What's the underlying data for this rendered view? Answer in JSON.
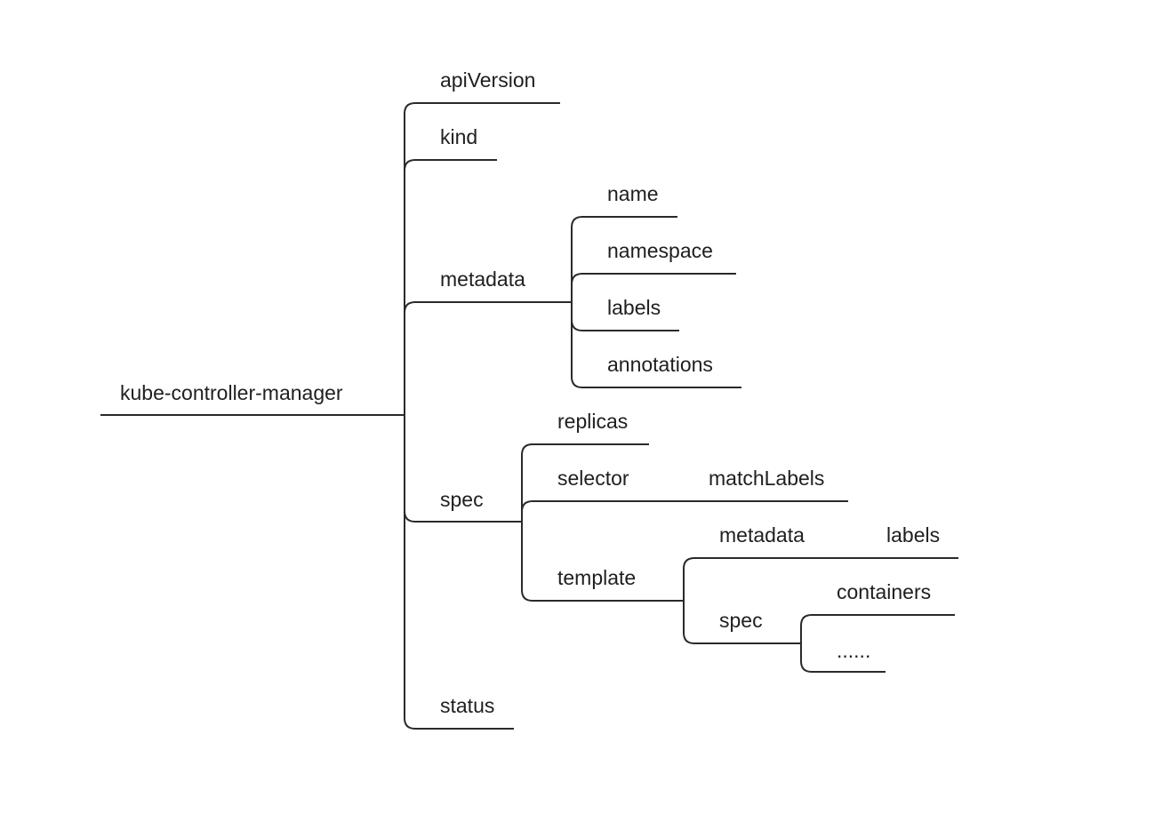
{
  "root": {
    "label": "kube-controller-manager"
  },
  "fields": {
    "apiVersion": "apiVersion",
    "kind": "kind",
    "metadata": {
      "label": "metadata",
      "name": "name",
      "namespace": "namespace",
      "labels": "labels",
      "annotations": "annotations"
    },
    "spec": {
      "label": "spec",
      "replicas": "replicas",
      "selector": {
        "label": "selector",
        "matchLabels": "matchLabels"
      },
      "template": {
        "label": "template",
        "metadata": {
          "label": "metadata",
          "labels": "labels"
        },
        "spec": {
          "label": "spec",
          "containers": "containers",
          "more": "......"
        }
      }
    },
    "status": "status"
  },
  "colors": {
    "line": "#2a2a2a",
    "text": "#1f1f1f",
    "background": "#ffffff"
  }
}
